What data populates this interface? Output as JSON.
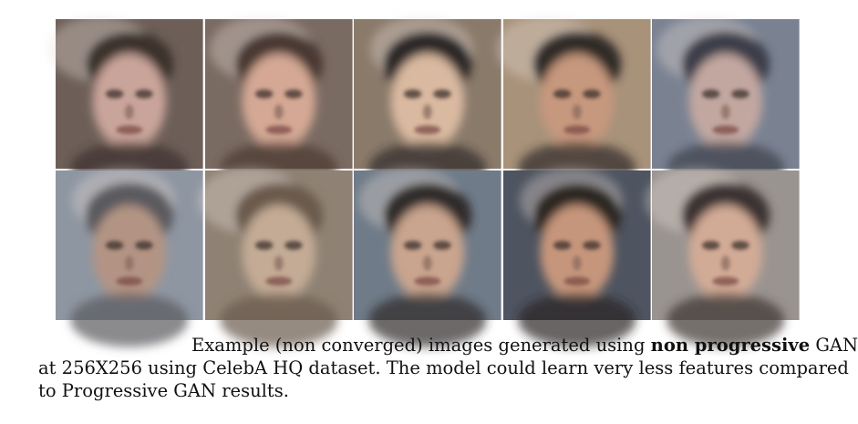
{
  "figure": {
    "rows": 2,
    "cols": 5,
    "tiles": [
      {
        "bg": "#6d5f58",
        "skin": "#c9a49a",
        "hair": "#3a302c"
      },
      {
        "bg": "#7a6b62",
        "skin": "#d4a894",
        "hair": "#4a3830"
      },
      {
        "bg": "#8a7a6a",
        "skin": "#d9b9a0",
        "hair": "#2c2626"
      },
      {
        "bg": "#a8927a",
        "skin": "#c6987e",
        "hair": "#2e2a28"
      },
      {
        "bg": "#7a8292",
        "skin": "#c2a7a0",
        "hair": "#3b3e4a"
      },
      {
        "bg": "#8e96a2",
        "skin": "#b39484",
        "hair": "#5a5a5e"
      },
      {
        "bg": "#8f8274",
        "skin": "#c3ab95",
        "hair": "#6a5a4c"
      },
      {
        "bg": "#6f7b88",
        "skin": "#c9a48e",
        "hair": "#2e2b2a"
      },
      {
        "bg": "#4e5460",
        "skin": "#c6967c",
        "hair": "#2a2524"
      },
      {
        "bg": "#9a9490",
        "skin": "#d2ab96",
        "hair": "#3a3230"
      }
    ]
  },
  "caption": {
    "line1_pre": "Example (non converged) images generated using ",
    "line1_bold": "non progressive",
    "line1_post": " GAN",
    "line2": "at 256X256 using CelebA HQ dataset.  The model could learn very less features compared",
    "line3": "to Progressive GAN results."
  }
}
